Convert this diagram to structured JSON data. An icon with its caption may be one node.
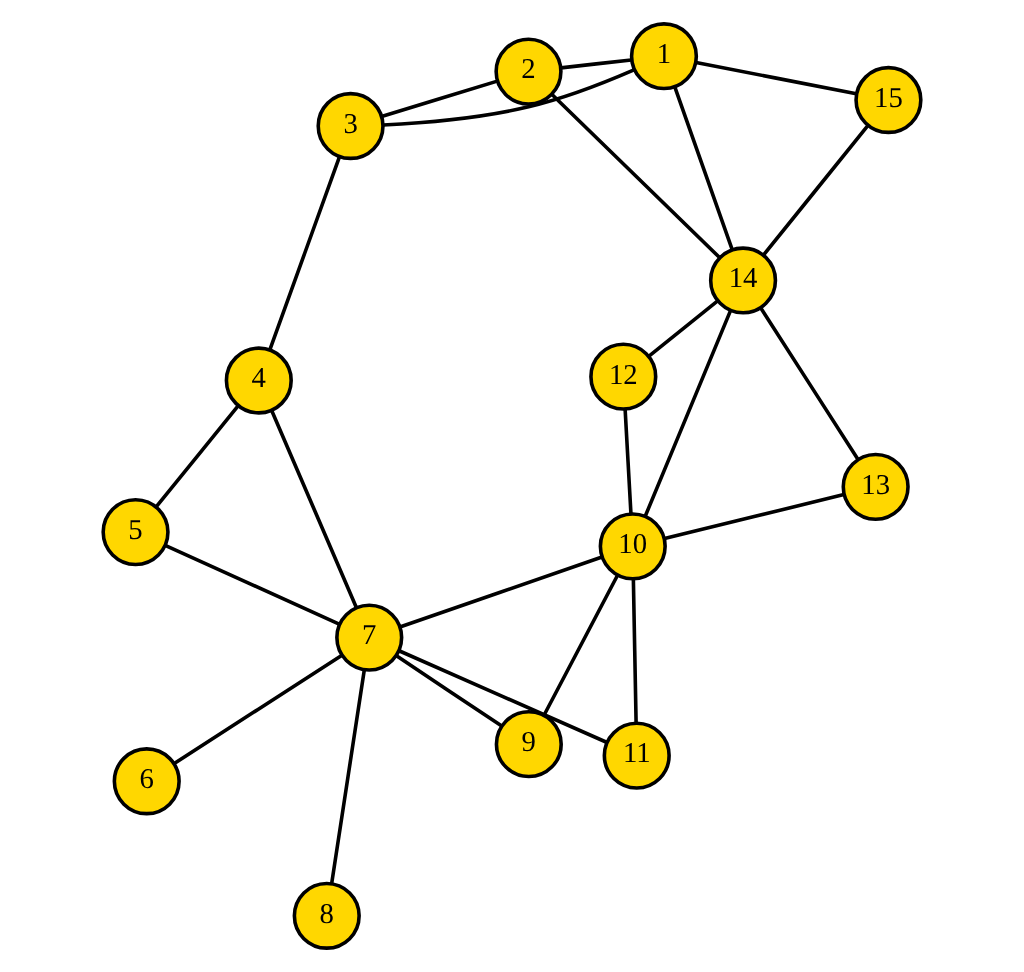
{
  "diagram": {
    "nodes": [
      {
        "text": [
          "1"
        ]
      },
      {
        "text": [
          "2"
        ]
      },
      {
        "text": [
          "3"
        ]
      },
      {
        "text": [
          "4"
        ]
      },
      {
        "text": [
          "5"
        ]
      },
      {
        "text": [
          "6"
        ]
      },
      {
        "text": [
          "7"
        ]
      },
      {
        "text": [
          "8"
        ]
      },
      {
        "text": [
          "9"
        ]
      },
      {
        "text": [
          "10"
        ]
      },
      {
        "text": [
          "11"
        ]
      },
      {
        "text": [
          "12"
        ]
      },
      {
        "text": [
          "13"
        ]
      },
      {
        "text": [
          "14"
        ]
      },
      {
        "text": [
          "15"
        ]
      }
    ],
    "edges": [
      {
        "from": 14,
        "to": 0,
        "arrow": "none"
      },
      {
        "from": 14,
        "to": 13,
        "arrow": "none"
      },
      {
        "from": 2,
        "to": 0,
        "arrow": "none"
      },
      {
        "from": 0,
        "to": 13,
        "arrow": "none"
      },
      {
        "from": 0,
        "to": 1,
        "arrow": "none"
      },
      {
        "from": 2,
        "to": 1,
        "arrow": "none"
      },
      {
        "from": 2,
        "to": 3,
        "arrow": "none"
      },
      {
        "from": 13,
        "to": 11,
        "arrow": "none"
      },
      {
        "from": 13,
        "to": 1,
        "arrow": "none"
      },
      {
        "from": 13,
        "to": 12,
        "arrow": "none"
      },
      {
        "from": 13,
        "to": 9,
        "arrow": "none"
      },
      {
        "from": 12,
        "to": 9,
        "arrow": "none"
      },
      {
        "from": 11,
        "to": 9,
        "arrow": "none"
      },
      {
        "from": 9,
        "to": 10,
        "arrow": "none"
      },
      {
        "from": 9,
        "to": 8,
        "arrow": "none"
      },
      {
        "from": 9,
        "to": 6,
        "arrow": "none"
      },
      {
        "from": 10,
        "to": 6,
        "arrow": "none"
      },
      {
        "from": 8,
        "to": 6,
        "arrow": "none"
      },
      {
        "from": 3,
        "to": 6,
        "arrow": "none"
      },
      {
        "from": 3,
        "to": 4,
        "arrow": "none"
      },
      {
        "from": 4,
        "to": 6,
        "arrow": "none"
      },
      {
        "from": 6,
        "to": 7,
        "arrow": "none"
      },
      {
        "from": 6,
        "to": 5,
        "arrow": "none"
      }
    ]
  }
}
